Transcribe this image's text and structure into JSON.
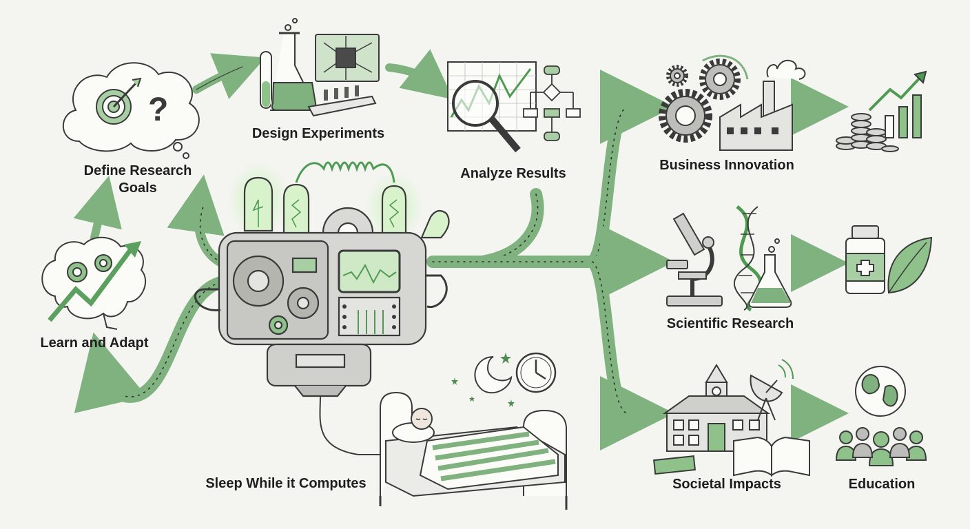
{
  "labels": {
    "define_goals": "Define Research Goals",
    "design_experiments": "Design Experiments",
    "analyze_results": "Analyze Results",
    "learn_adapt": "Learn and Adapt",
    "sleep": "Sleep While it Computes",
    "business": "Business Innovation",
    "scientific": "Scientific Research",
    "societal": "Societal Impacts",
    "education": "Education"
  },
  "colors": {
    "accent": "#7fb27f",
    "accent_dark": "#4e8a52",
    "ink": "#3a3a3a",
    "paper": "#f4f4f1",
    "glow": "#b8f0a8"
  },
  "icons": [
    "thought-cloud-target-icon",
    "lab-flask-icon",
    "circuit-board-icon",
    "chart-magnifier-icon",
    "flowchart-icon",
    "brain-gears-icon",
    "compute-machine-icon",
    "sleeping-person-bed-icon",
    "moon-stars-icon",
    "clock-icon",
    "gears-icon",
    "factory-icon",
    "coins-growth-chart-icon",
    "microscope-icon",
    "dna-icon",
    "medicine-bottle-icon",
    "leaf-icon",
    "school-building-icon",
    "satellite-dish-icon",
    "open-book-icon",
    "globe-icon",
    "people-group-icon"
  ]
}
